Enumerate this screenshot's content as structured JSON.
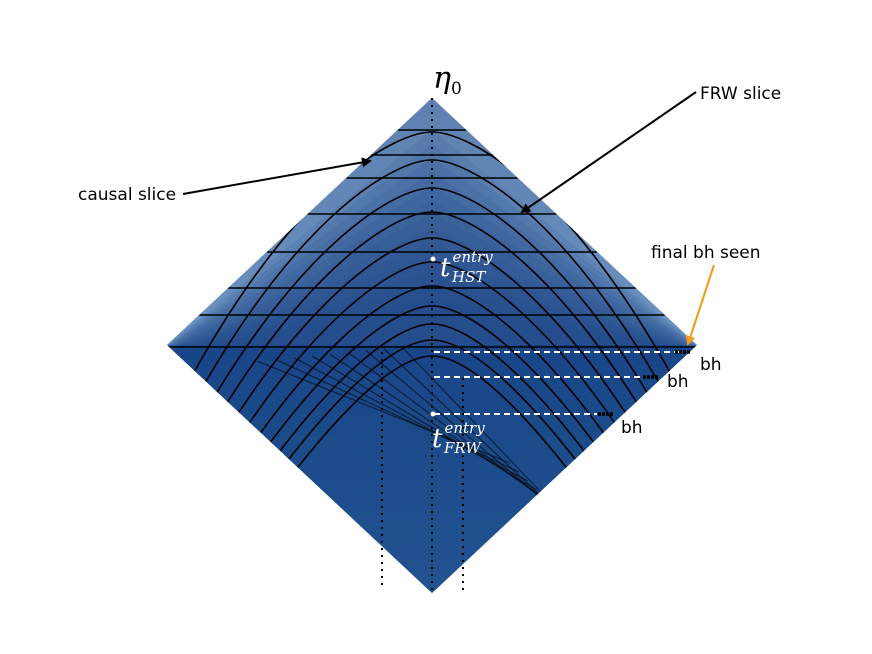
{
  "diagram": {
    "top_label": {
      "base": "η",
      "sub": "0"
    },
    "labels": {
      "causal_slice": "causal slice",
      "frw_slice": "FRW slice",
      "final_bh_seen": "final bh seen"
    },
    "bh_label": "bh",
    "t_hst": {
      "base": "t",
      "sup": "entry",
      "sub": "HST"
    },
    "t_frw": {
      "base": "t",
      "sup": "entry",
      "sub": "FRW"
    },
    "colors": {
      "diamond_top": "#5a7fb3",
      "diamond_mid": "#2a66a8",
      "diamond_bottom": "#59a8cf",
      "frw_lines": "#000000",
      "dashed_lines": "#ffffff",
      "arrow_final_bh": "#f39a1c"
    }
  }
}
